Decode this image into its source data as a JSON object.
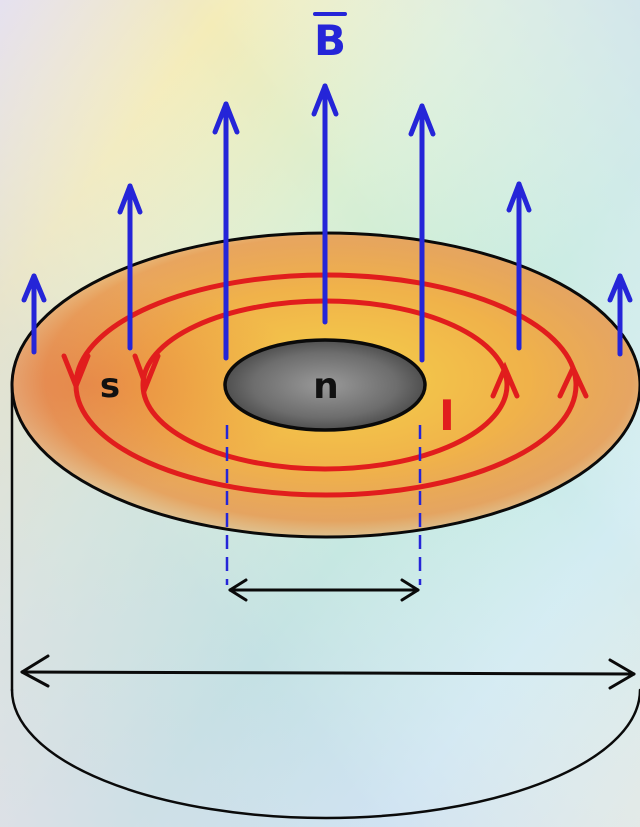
{
  "labels": {
    "field": "B",
    "inner_region": "n",
    "surface": "s",
    "current": "I"
  },
  "colors": {
    "field_arrow": "#2525d8",
    "current_loop": "#e11d1d",
    "outline": "#0a0a0a",
    "disk_center": "#f2c23a",
    "disk_edge": "#e7894a",
    "hole": "#6d6d6d"
  },
  "icons": {
    "field_arrow": "arrow-up-icon",
    "current_direction": "arrow-head-icon",
    "dimension": "double-arrow-icon"
  }
}
